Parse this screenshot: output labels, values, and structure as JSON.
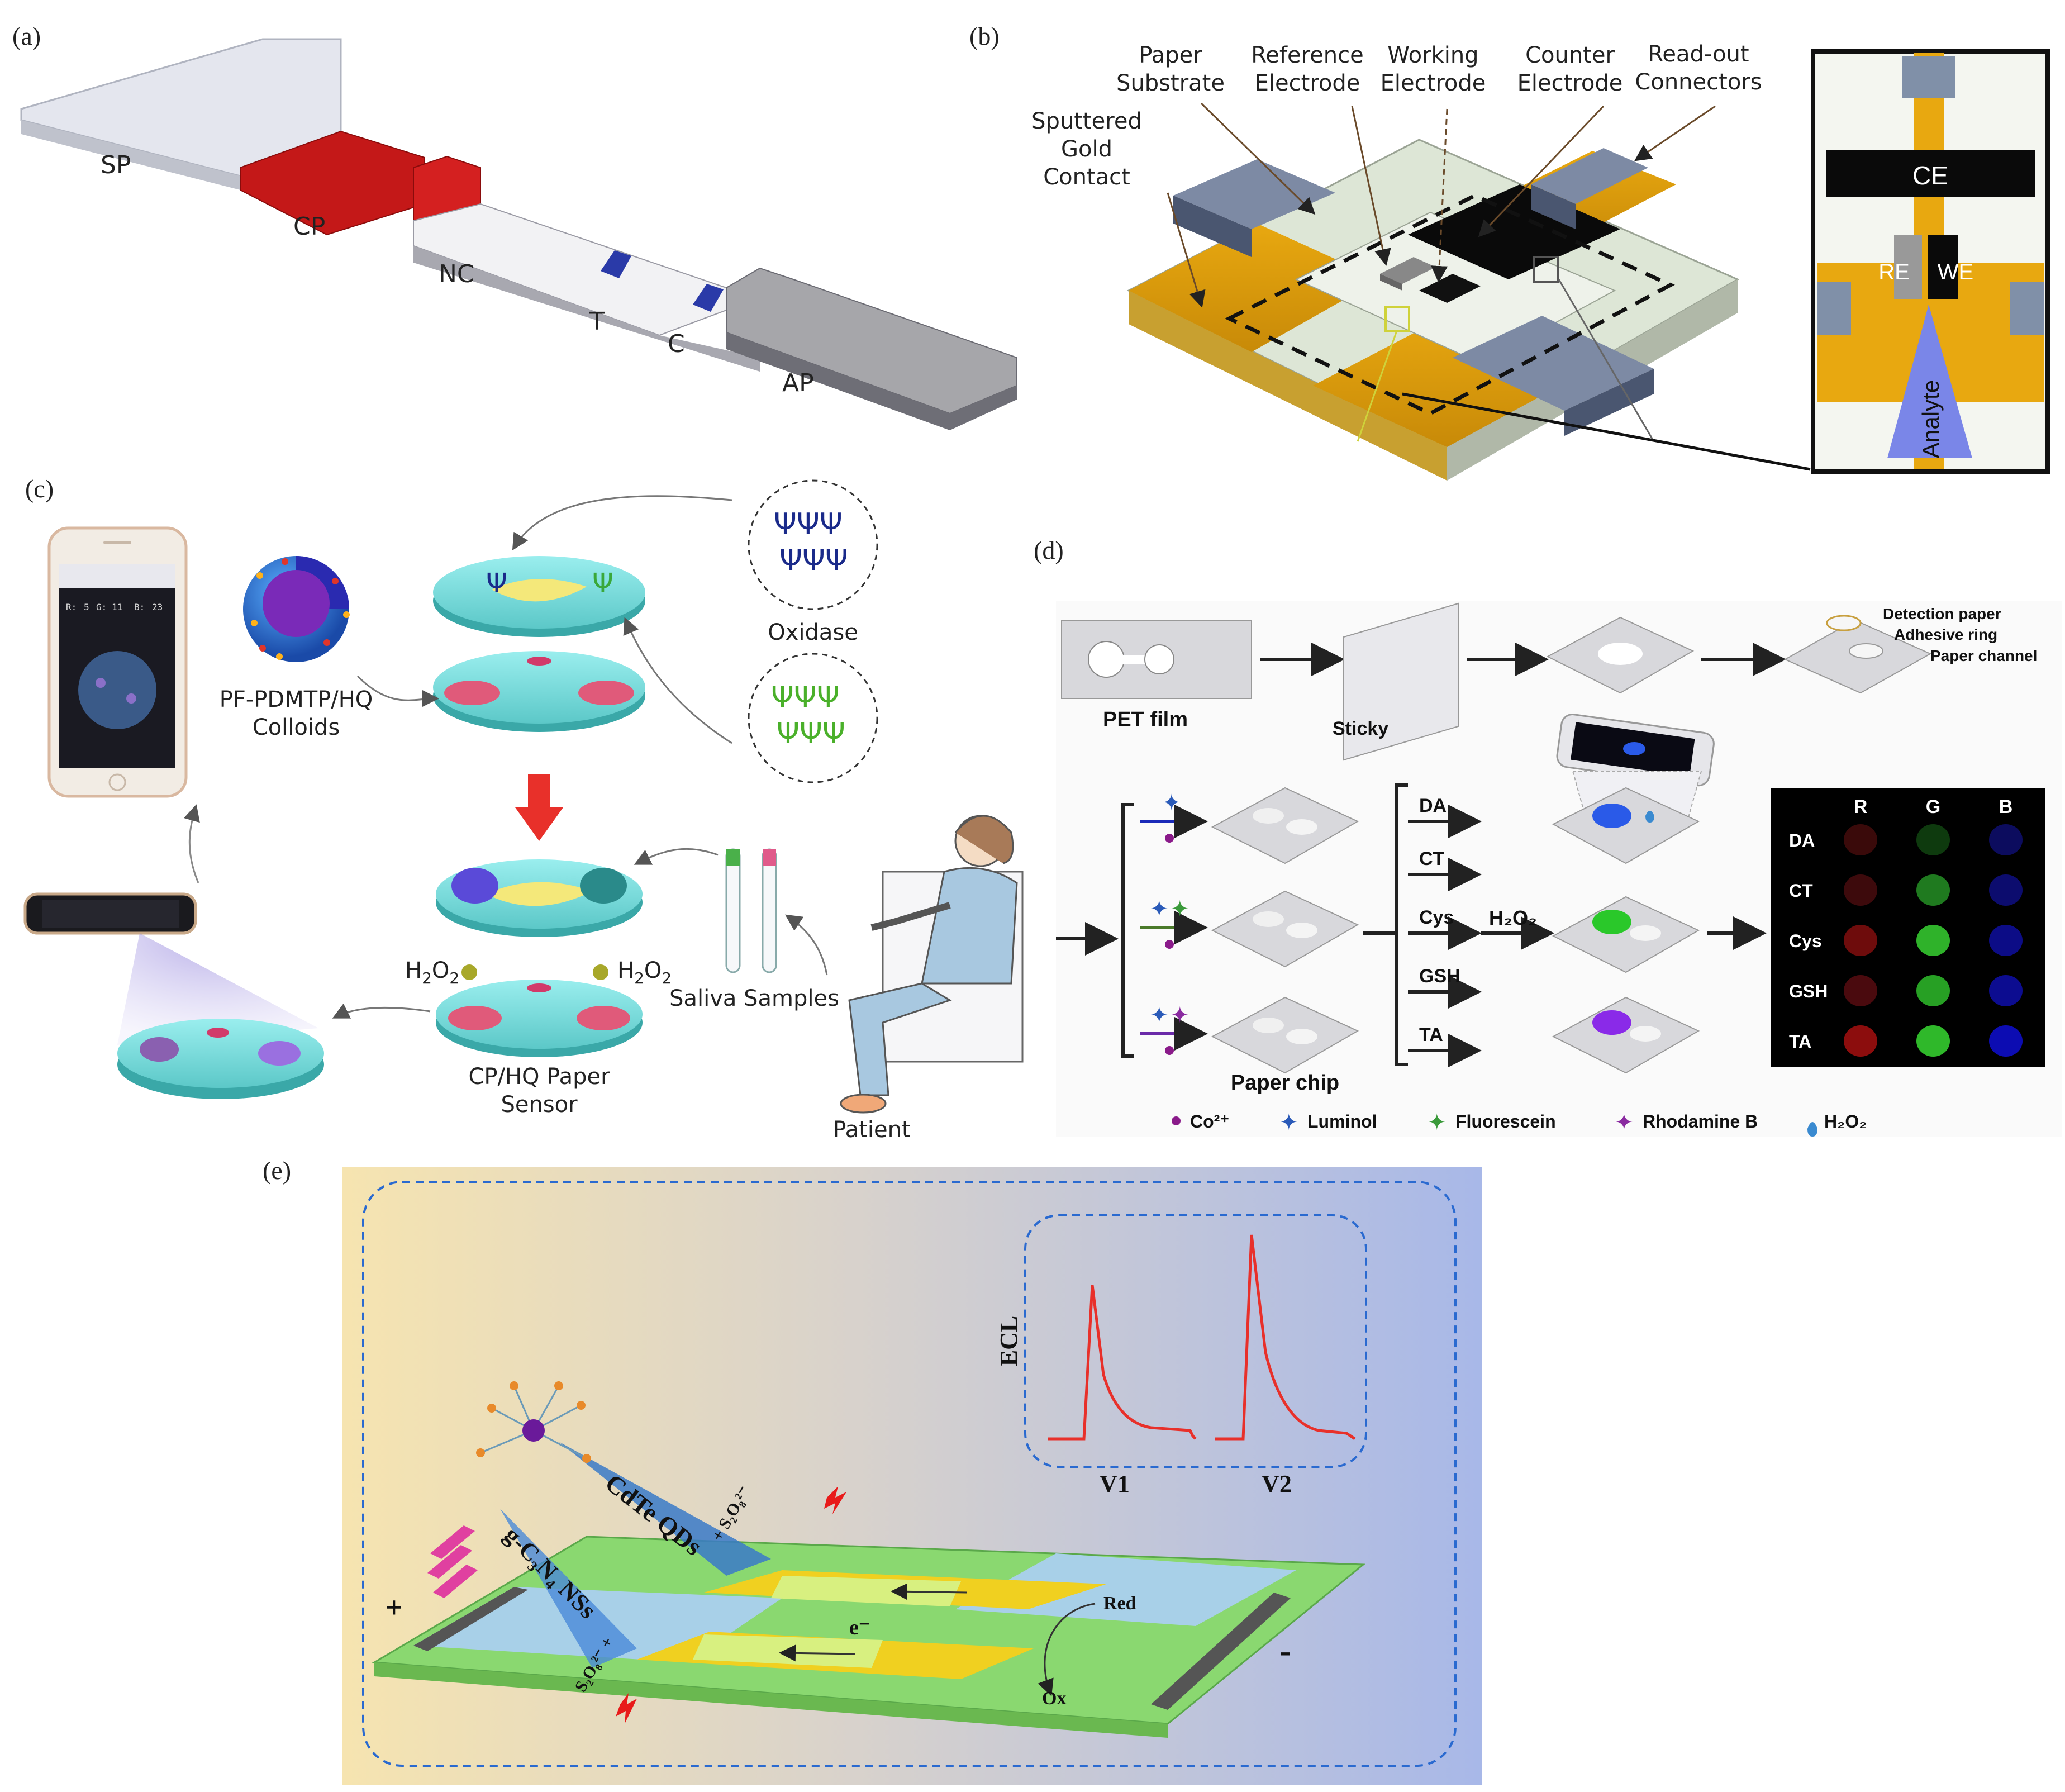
{
  "panels": {
    "a": {
      "label": "(a)",
      "parts": [
        "SP",
        "CP",
        "NC",
        "T",
        "C",
        "AP"
      ]
    },
    "b": {
      "label": "(b)",
      "callouts": {
        "paper_substrate": [
          "Paper",
          "Substrate"
        ],
        "reference_electrode": [
          "Reference",
          "Electrode"
        ],
        "working_electrode": [
          "Working",
          "Electrode"
        ],
        "counter_electrode": [
          "Counter",
          "Electrode"
        ],
        "readout_connectors": [
          "Read-out",
          "Connectors"
        ],
        "sputtered_gold_contact": [
          "Sputtered",
          "Gold",
          "Contact"
        ]
      },
      "inset": {
        "ce": "CE",
        "re": "RE",
        "we": "WE",
        "analyte": "Analyte"
      }
    },
    "c": {
      "label": "(c)",
      "colloids": [
        "PF-PDMTP/HQ",
        "Colloids"
      ],
      "oxidase": "Oxidase",
      "h2o2": "H",
      "h2o2_sub": "2",
      "h2o2_o": "O",
      "saliva": "Saliva Samples",
      "sensor": [
        "CP/HQ Paper",
        "Sensor"
      ],
      "patient": "Patient",
      "phone_values": {
        "r": "R:",
        "r_val": "5",
        "g": "G:",
        "g_val": "11",
        "b": "B:",
        "b_val": "23"
      }
    },
    "d": {
      "label": "(d)",
      "pet_film": "PET film",
      "sticky": "Sticky",
      "layers": [
        "Detection paper",
        "Adhesive ring",
        "Paper channel"
      ],
      "paper_chip": "Paper chip",
      "analytes": [
        "DA",
        "CT",
        "Cys",
        "GSH",
        "TA"
      ],
      "h2o2": "H₂O₂",
      "grid": {
        "headers": [
          "R",
          "G",
          "B"
        ],
        "rows": [
          "DA",
          "CT",
          "Cys",
          "GSH",
          "TA"
        ],
        "colors": {
          "R": [
            "#3a0a0a",
            "#3d0a0c",
            "#6e0c0c",
            "#4a0a0e",
            "#8c0d0d"
          ],
          "G": [
            "#0e3a0e",
            "#1f7a1f",
            "#2fb22a",
            "#27a024",
            "#2fb82a"
          ],
          "B": [
            "#0c0c5e",
            "#0c0c6e",
            "#0c0c86",
            "#0c0c90",
            "#0c0cb2"
          ]
        }
      },
      "legend": [
        {
          "symbol": "dot",
          "label": "Co²⁺",
          "color": "#8a1a8a"
        },
        {
          "symbol": "star",
          "label": "Luminol",
          "color": "#2a5ab8"
        },
        {
          "symbol": "star",
          "label": "Fluorescein",
          "color": "#3a9a3a"
        },
        {
          "symbol": "star",
          "label": "Rhodamine B",
          "color": "#8a2aa0"
        },
        {
          "symbol": "drop",
          "label": "H₂O₂",
          "color": "#3a8ad0"
        }
      ]
    },
    "e": {
      "label": "(e)",
      "ecl": "ECL",
      "v1": "V1",
      "v2": "V2",
      "cdte": "CdTe QDs",
      "gcn": "g-C₃N₄ NSs",
      "s2o8_top": "+ S₂O₈²⁻",
      "s2o8_bottom": "S₂O₈²⁻ +",
      "electron": "e⁻",
      "red": "Red",
      "ox": "Ox",
      "plus": "+",
      "minus": "-"
    }
  }
}
